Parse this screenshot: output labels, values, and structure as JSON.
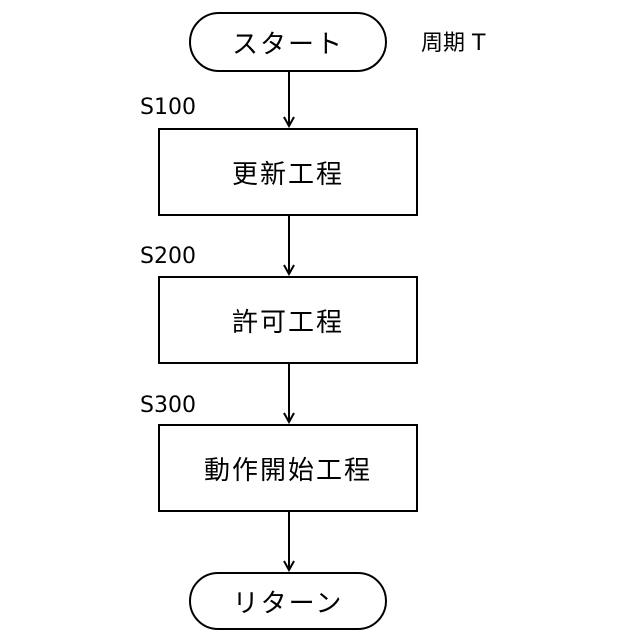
{
  "start": "スタート",
  "period": "周期 T",
  "steps": [
    {
      "id": "S100",
      "label": "更新工程"
    },
    {
      "id": "S200",
      "label": "許可工程"
    },
    {
      "id": "S300",
      "label": "動作開始工程"
    }
  ],
  "end": "リターン"
}
